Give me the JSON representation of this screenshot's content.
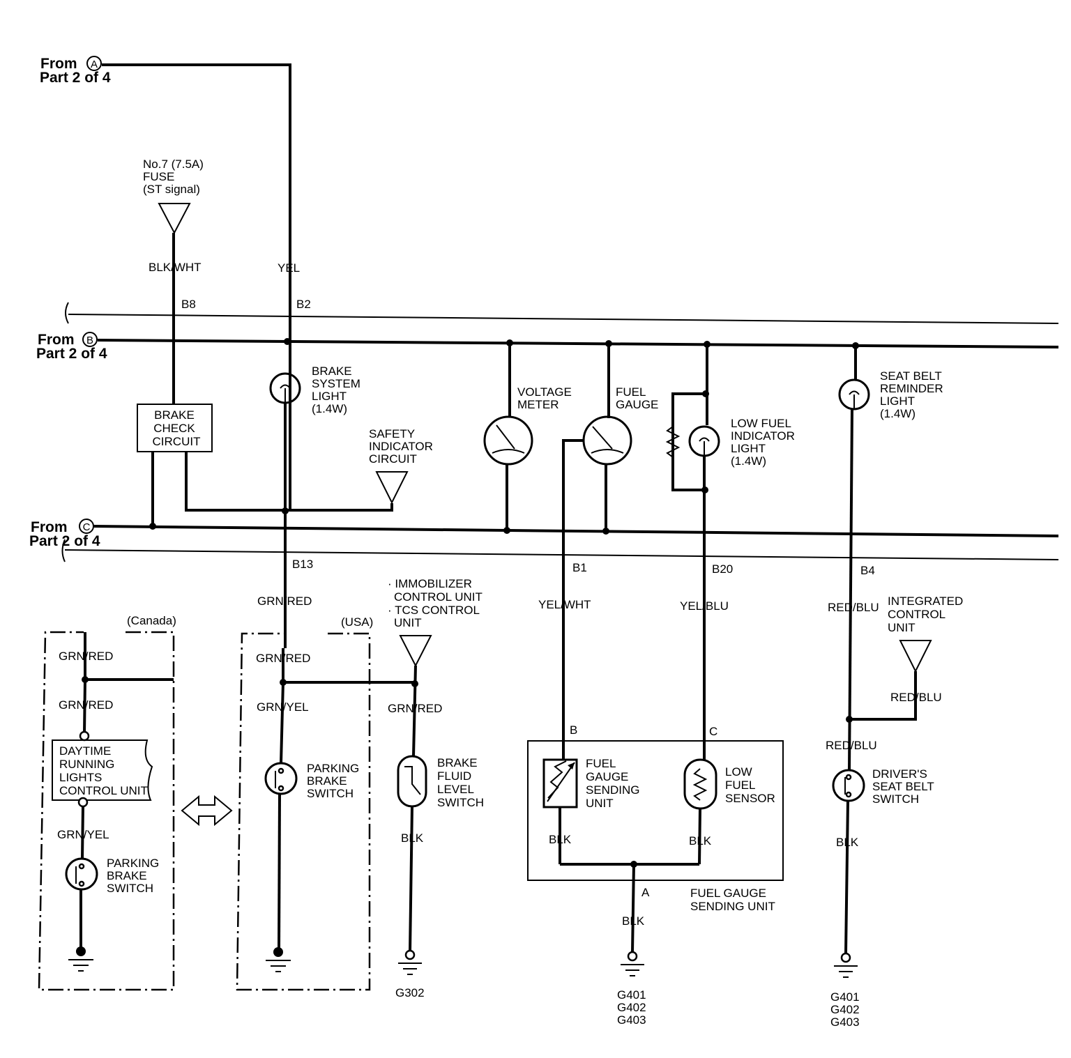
{
  "offpage": {
    "a": {
      "from": "From",
      "letter": "A",
      "part": "Part 2 of 4"
    },
    "b": {
      "from": "From",
      "letter": "B",
      "part": "Part 2 of 4"
    },
    "c": {
      "from": "From",
      "letter": "C",
      "part": "Part 2 of 4"
    }
  },
  "fuse": {
    "line1": "No.7 (7.5A)",
    "line2": "FUSE",
    "line3": "(ST signal)"
  },
  "wires": {
    "blk_wht": "BLK/WHT",
    "yel": "YEL",
    "grn_red_b13": "GRN/RED",
    "yel_wht": "YEL/WHT",
    "yel_blu": "YEL/BLU",
    "red_blu_b4": "RED/BLU",
    "red_blu_icu": "RED/BLU",
    "red_blu_switch": "RED/BLU",
    "usa_grn_red": "GRN/RED",
    "usa_grn_yel": "GRN/YEL",
    "fluid_grn_red": "GRN/RED",
    "can_grn_red_1": "GRN/RED",
    "can_grn_red_2": "GRN/RED",
    "can_grn_yel": "GRN/YEL",
    "fluid_blk": "BLK",
    "sender_blk_left": "BLK",
    "sender_blk_right": "BLK",
    "sender_blk_out": "BLK",
    "seat_blk": "BLK"
  },
  "pins": {
    "b8": "B8",
    "b2": "B2",
    "b13": "B13",
    "b1": "B1",
    "b20": "B20",
    "b4": "B4",
    "b": "B",
    "c": "C",
    "a": "A"
  },
  "components": {
    "brake_check": [
      "BRAKE",
      "CHECK",
      "CIRCUIT"
    ],
    "brake_light": [
      "BRAKE",
      "SYSTEM",
      "LIGHT",
      "(1.4W)"
    ],
    "safety": [
      "SAFETY",
      "INDICATOR",
      "CIRCUIT"
    ],
    "voltage_meter": [
      "VOLTAGE",
      "METER"
    ],
    "fuel_gauge": [
      "FUEL",
      "GAUGE"
    ],
    "low_fuel_light": [
      "LOW FUEL",
      "INDICATOR",
      "LIGHT",
      "(1.4W)"
    ],
    "seat_belt_light": [
      "SEAT BELT",
      "REMINDER",
      "LIGHT",
      "(1.4W)"
    ],
    "immobilizer": [
      "· IMMOBILIZER",
      "CONTROL UNIT",
      "· TCS CONTROL",
      "UNIT"
    ],
    "integrated": [
      "INTEGRATED",
      "CONTROL",
      "UNIT"
    ],
    "usa_switch": [
      "PARKING",
      "BRAKE",
      "SWITCH"
    ],
    "fluid_switch": [
      "BRAKE",
      "FLUID",
      "LEVEL",
      "SWITCH"
    ],
    "drl": [
      "DAYTIME",
      "RUNNING",
      "LIGHTS",
      "CONTROL UNIT"
    ],
    "can_switch": [
      "PARKING",
      "BRAKE",
      "SWITCH"
    ],
    "sending_unit": [
      "FUEL",
      "GAUGE",
      "SENDING",
      "UNIT"
    ],
    "low_fuel_sensor": [
      "LOW",
      "FUEL",
      "SENSOR"
    ],
    "sending_box": [
      "FUEL GAUGE",
      "SENDING UNIT"
    ],
    "driver_switch": [
      "DRIVER'S",
      "SEAT BELT",
      "SWITCH"
    ]
  },
  "regions": {
    "canada": "(Canada)",
    "usa": "(USA)"
  },
  "grounds": {
    "g302": "G302",
    "g_sender": [
      "G401",
      "G402",
      "G403"
    ],
    "g_seat": [
      "G401",
      "G402",
      "G403"
    ]
  }
}
